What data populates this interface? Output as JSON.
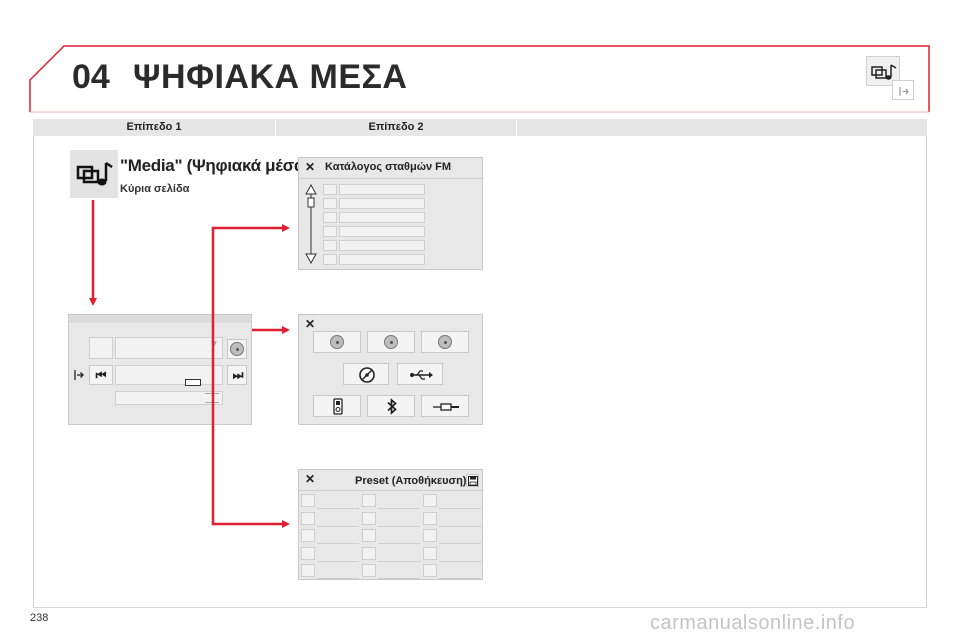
{
  "header": {
    "chapter": "04",
    "title": "ΨΗΦΙΑΚΑ ΜΕΣΑ"
  },
  "levels": [
    "Επίπεδο 1",
    "Επίπεδο 2"
  ],
  "media": {
    "title": "\"Media\" (Ψηφιακά μέσα)",
    "subtitle": "Κύρια σελίδα"
  },
  "panels": {
    "fm_list": {
      "title": "Κατάλογος σταθμών FM"
    },
    "sources": {
      "title": ""
    },
    "preset": {
      "title": "Preset (Αποθήκευση)"
    }
  },
  "page_number": "238",
  "watermark": "carmanualsonline.info",
  "colors": {
    "arrow": "#e02030",
    "header_frame": "#e02030",
    "panel_bg": "#e8e8e8",
    "level_bar": "#e6e6e6"
  },
  "icons": [
    "media-icon",
    "close-icon",
    "usb-icon",
    "bluetooth-icon",
    "aux-icon",
    "ipod-icon",
    "cd-icon",
    "save-icon",
    "previous-icon",
    "next-icon",
    "source-icon"
  ]
}
